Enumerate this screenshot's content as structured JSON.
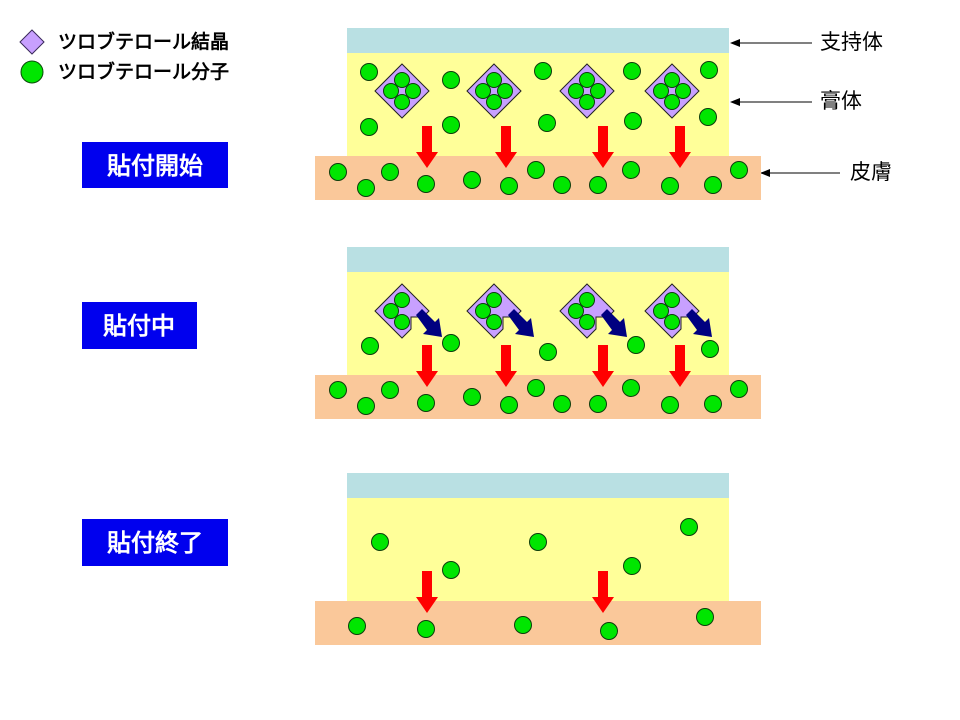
{
  "legend": {
    "crystal_label": "ツロブテロール結晶",
    "molecule_label": "ツロブテロール分子"
  },
  "layer_labels": {
    "backing": "支持体",
    "ointment": "膏体",
    "skin": "皮膚"
  },
  "stages": [
    {
      "key": "start",
      "label": "貼付開始",
      "crystal_state": "intact",
      "crystal_count": 4,
      "crystal_molecules": 4,
      "release_arrows": 0,
      "permeation_arrows": 4
    },
    {
      "key": "during",
      "label": "貼付中",
      "crystal_state": "dissolving",
      "crystal_count": 4,
      "crystal_molecules": 3,
      "release_arrows": 4,
      "permeation_arrows": 4
    },
    {
      "key": "end",
      "label": "貼付終了",
      "crystal_state": "none",
      "crystal_count": 0,
      "crystal_molecules": 0,
      "release_arrows": 0,
      "permeation_arrows": 2
    }
  ],
  "colors": {
    "backing": "#b9e0e3",
    "ointment": "#ffff99",
    "skin": "#fac89a",
    "molecule": "#00e600",
    "crystal": "#c8a0ff",
    "permeation_arrow": "#ff0000",
    "release_arrow": "#000080",
    "stage_label_bg": "#0000ee"
  }
}
